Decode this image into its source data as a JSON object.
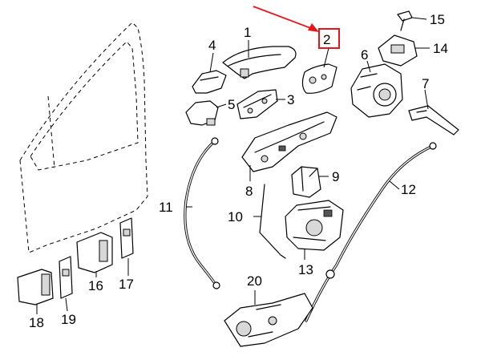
{
  "diagram": {
    "callouts": [
      {
        "id": "1",
        "label": "1"
      },
      {
        "id": "2",
        "label": "2"
      },
      {
        "id": "3",
        "label": "3"
      },
      {
        "id": "4",
        "label": "4"
      },
      {
        "id": "5",
        "label": "5"
      },
      {
        "id": "6",
        "label": "6"
      },
      {
        "id": "7",
        "label": "7"
      },
      {
        "id": "8",
        "label": "8"
      },
      {
        "id": "9",
        "label": "9"
      },
      {
        "id": "10",
        "label": "10"
      },
      {
        "id": "11",
        "label": "11"
      },
      {
        "id": "12",
        "label": "12"
      },
      {
        "id": "13",
        "label": "13"
      },
      {
        "id": "14",
        "label": "14"
      },
      {
        "id": "15",
        "label": "15"
      },
      {
        "id": "16",
        "label": "16"
      },
      {
        "id": "17",
        "label": "17"
      },
      {
        "id": "18",
        "label": "18"
      },
      {
        "id": "19",
        "label": "19"
      },
      {
        "id": "20",
        "label": "20"
      }
    ],
    "highlight": {
      "callout_id": "2",
      "box_color": "#e8141c",
      "arrow_color": "#e8141c"
    }
  }
}
